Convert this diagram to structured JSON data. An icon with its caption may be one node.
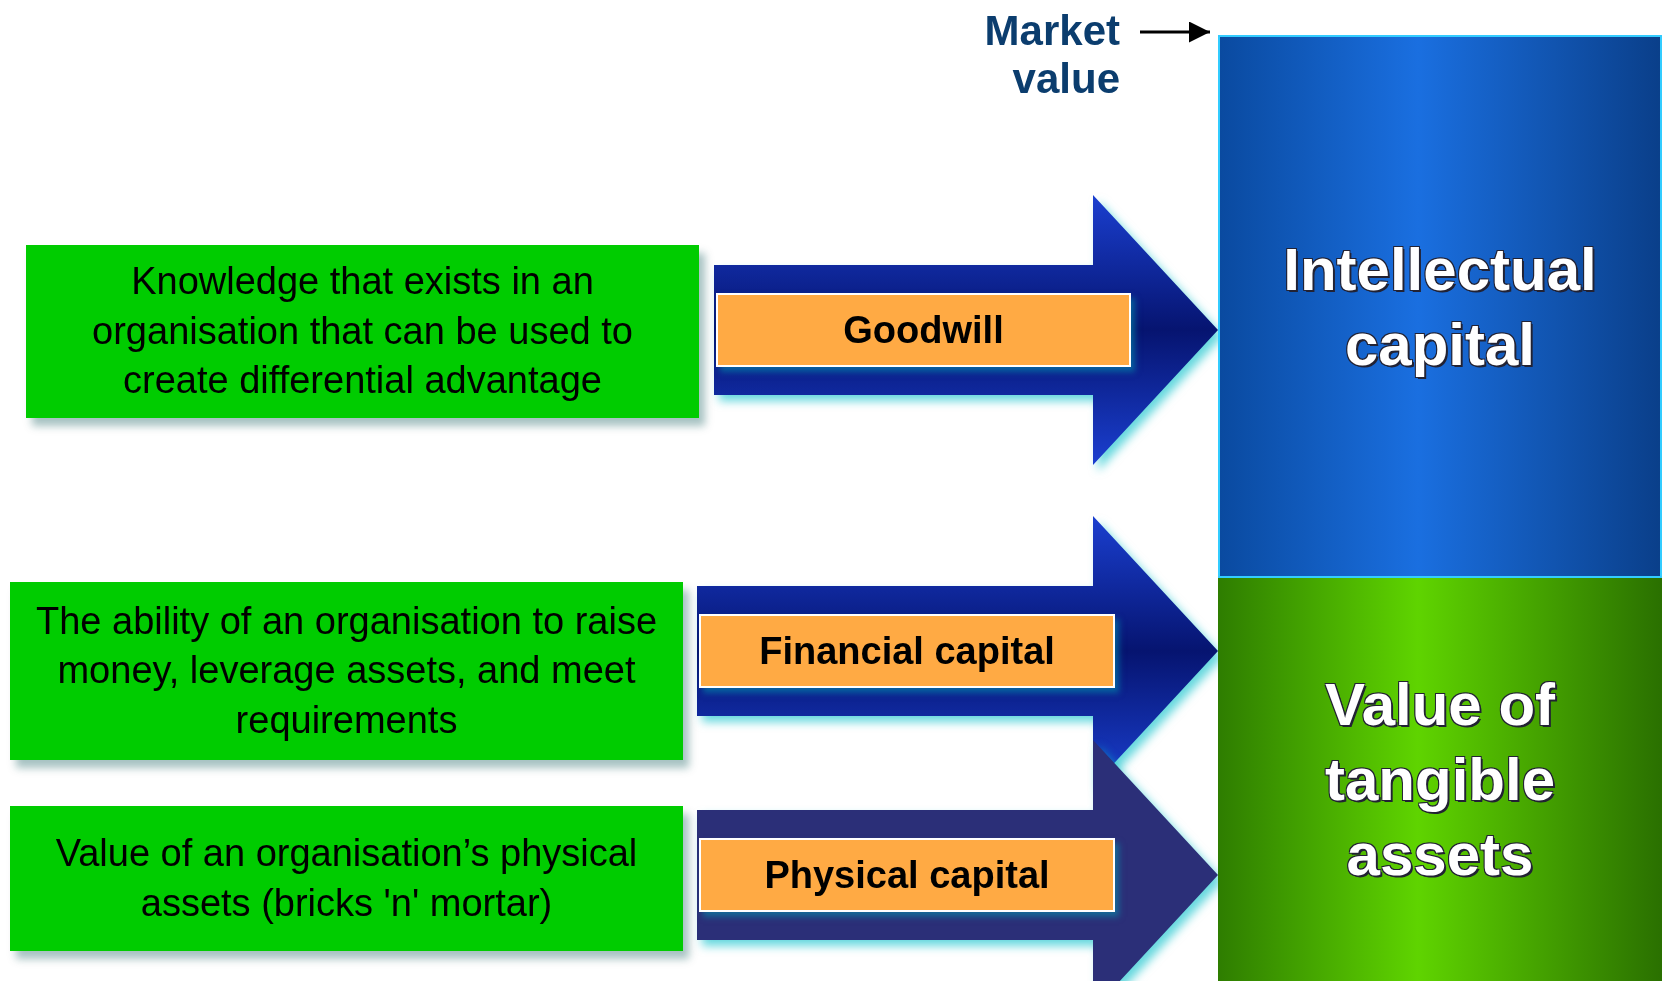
{
  "diagram": {
    "nodes": [
      {
        "text": [
          "Market value"
        ]
      },
      {
        "text": [
          "Knowledge that exists in an organisation that can be used to create differential advantage"
        ]
      },
      {
        "text": [
          "Goodwill"
        ]
      },
      {
        "text": [
          "Intellectual capital"
        ]
      },
      {
        "text": [
          "The ability of an organisation to raise money, leverage assets, and meet requirements"
        ]
      },
      {
        "text": [
          "Financial capital"
        ]
      },
      {
        "text": [
          "Value of tangible assets"
        ]
      },
      {
        "text": [
          "Value of an organisation’s physical assets (bricks 'n' mortar)"
        ]
      },
      {
        "text": [
          "Physical capital"
        ]
      }
    ],
    "edges": [
      {
        "from": 0,
        "to": 3,
        "arrow": "to"
      },
      {
        "from": 2,
        "to": 3,
        "arrow": "to",
        "style": "thick"
      },
      {
        "from": 5,
        "to": 6,
        "arrow": "to",
        "style": "thick"
      },
      {
        "from": 8,
        "to": 6,
        "arrow": "to",
        "style": "thick",
        "color": "#2b2f78"
      }
    ]
  }
}
